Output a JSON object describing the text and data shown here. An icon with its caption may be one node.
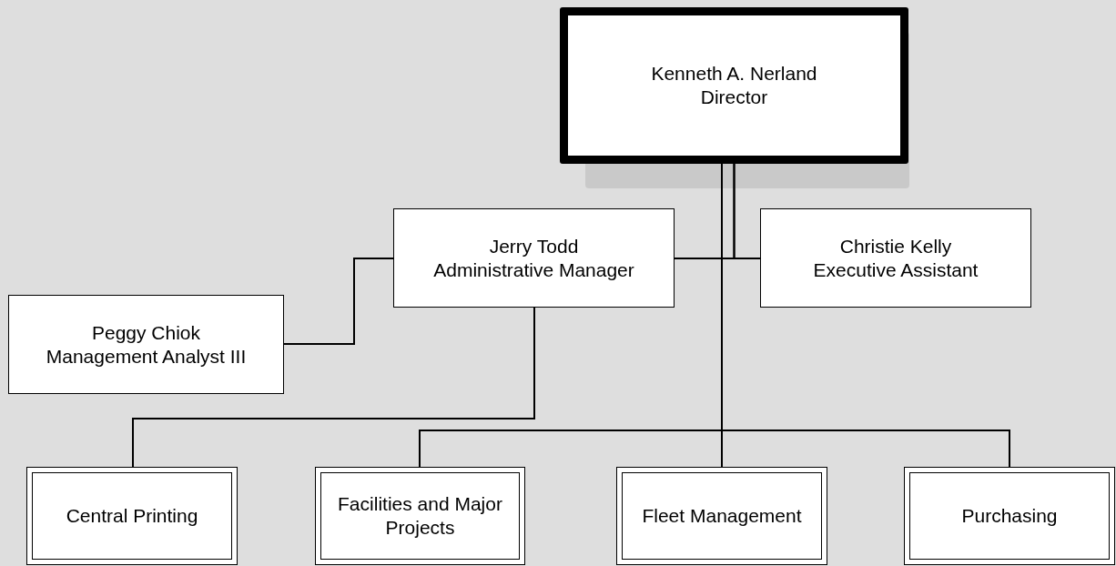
{
  "diagram": {
    "nodes": [
      {
        "text": [
          "Kenneth A. Nerland",
          "Director"
        ]
      },
      {
        "text": [
          "Jerry Todd",
          "Administrative Manager"
        ]
      },
      {
        "text": [
          "Christie Kelly",
          "Executive Assistant"
        ]
      },
      {
        "text": [
          "Peggy Chiok",
          "Management Analyst III"
        ]
      },
      {
        "text": [
          "Central Printing"
        ]
      },
      {
        "text": [
          "Facilities and Major Projects"
        ]
      },
      {
        "text": [
          "Fleet Management"
        ]
      },
      {
        "text": [
          "Purchasing"
        ]
      }
    ],
    "edges": [
      {
        "from": 0,
        "to": 1,
        "arrow": "none"
      },
      {
        "from": 0,
        "to": 2,
        "arrow": "none"
      },
      {
        "from": 1,
        "to": 3,
        "arrow": "none"
      },
      {
        "from": 1,
        "to": 4,
        "arrow": "none"
      },
      {
        "from": 0,
        "to": 5,
        "arrow": "none"
      },
      {
        "from": 0,
        "to": 6,
        "arrow": "none"
      },
      {
        "from": 0,
        "to": 7,
        "arrow": "none"
      }
    ]
  }
}
